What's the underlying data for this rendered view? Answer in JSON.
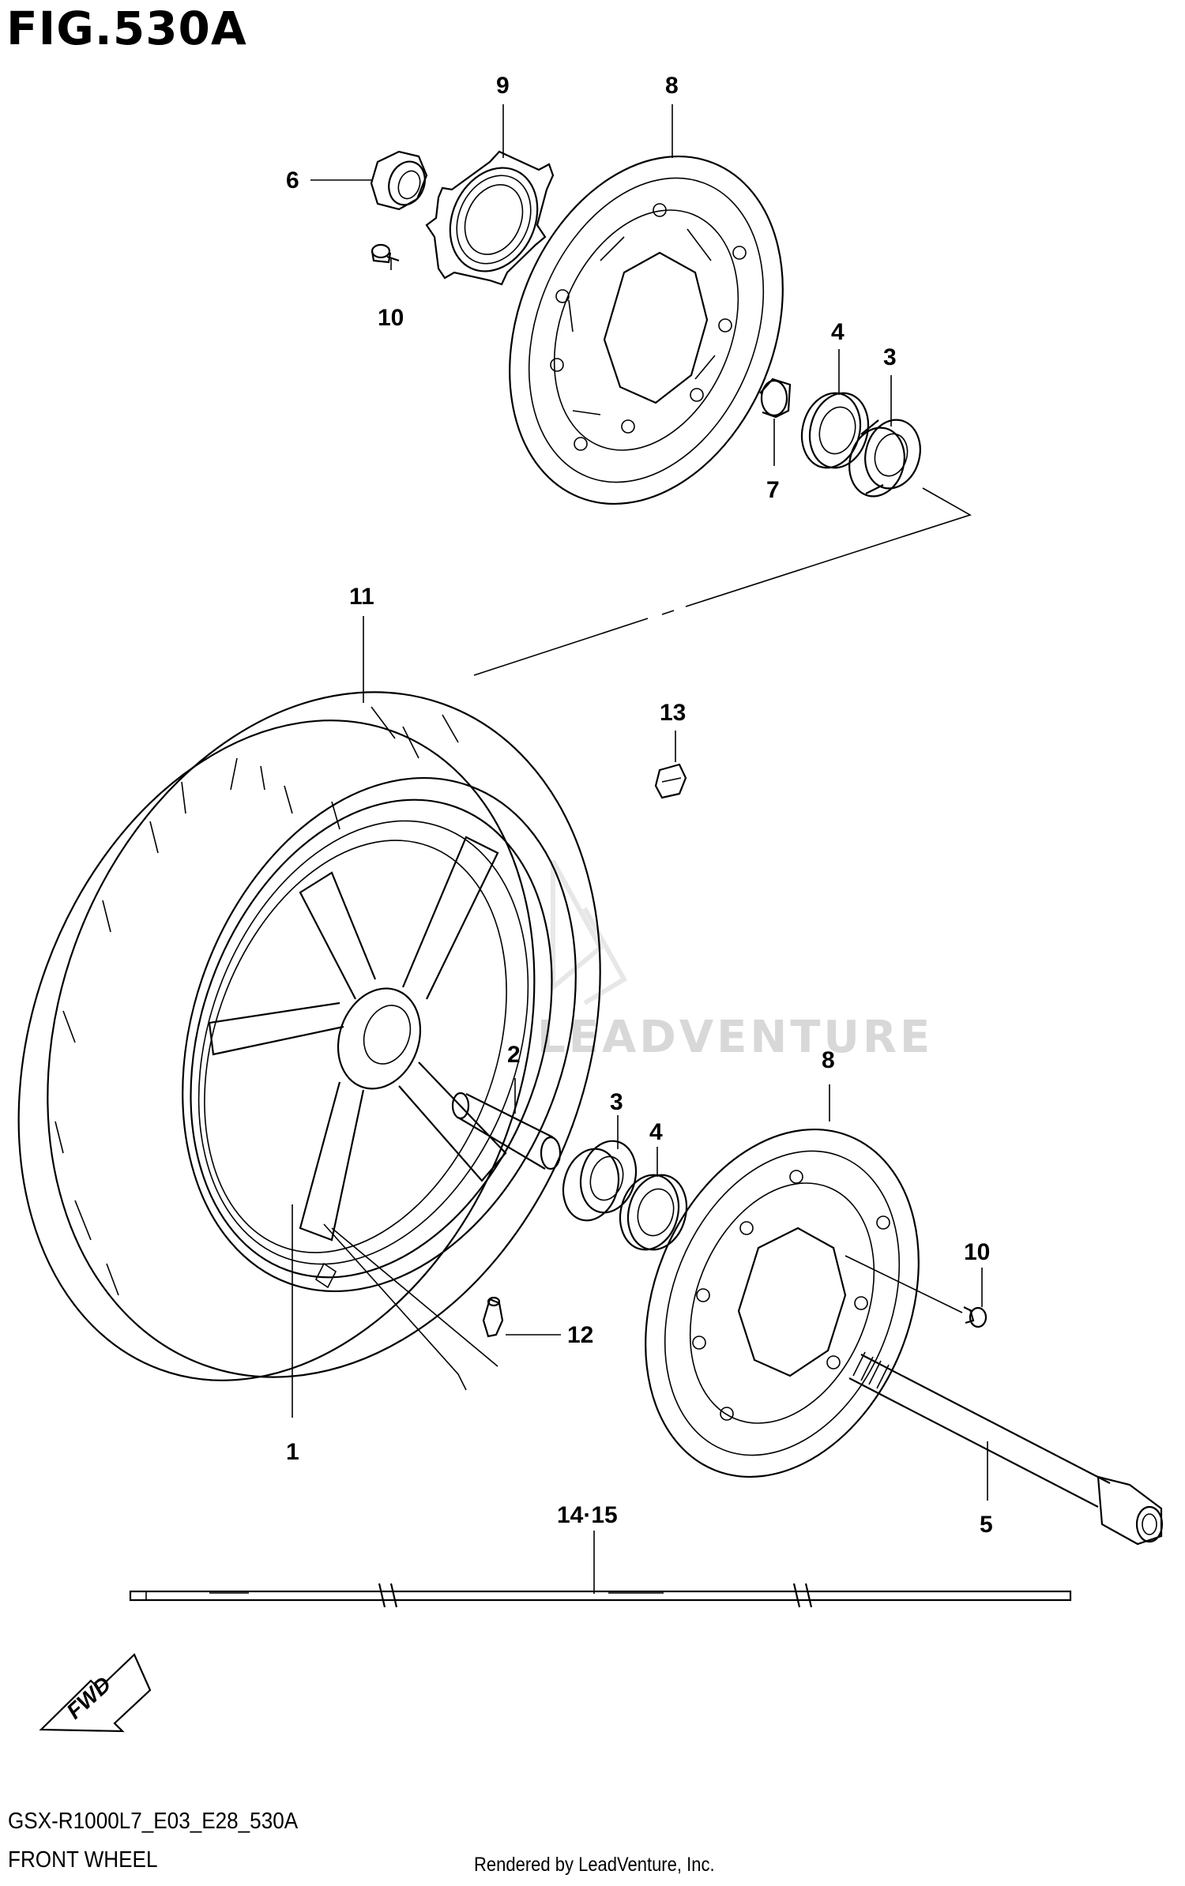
{
  "figure": {
    "title": "FIG.530A",
    "model_code": "GSX-R1000L7_E03_E28_530A",
    "name": "FRONT WHEEL",
    "credit": "Rendered by LeadVenture, Inc.",
    "watermark": "LEADVENTURE"
  },
  "callouts": {
    "c1": "1",
    "c2": "2",
    "c3a": "3",
    "c3b": "3",
    "c4a": "4",
    "c4b": "4",
    "c5": "5",
    "c6": "6",
    "c7": "7",
    "c8a": "8",
    "c8b": "8",
    "c9": "9",
    "c10a": "10",
    "c10b": "10",
    "c11": "11",
    "c12": "12",
    "c13": "13",
    "c1415": "14·15"
  },
  "fwd_label": "FWD",
  "colors": {
    "line": "#000000",
    "background": "#ffffff",
    "watermark": "#d8d8d8"
  }
}
